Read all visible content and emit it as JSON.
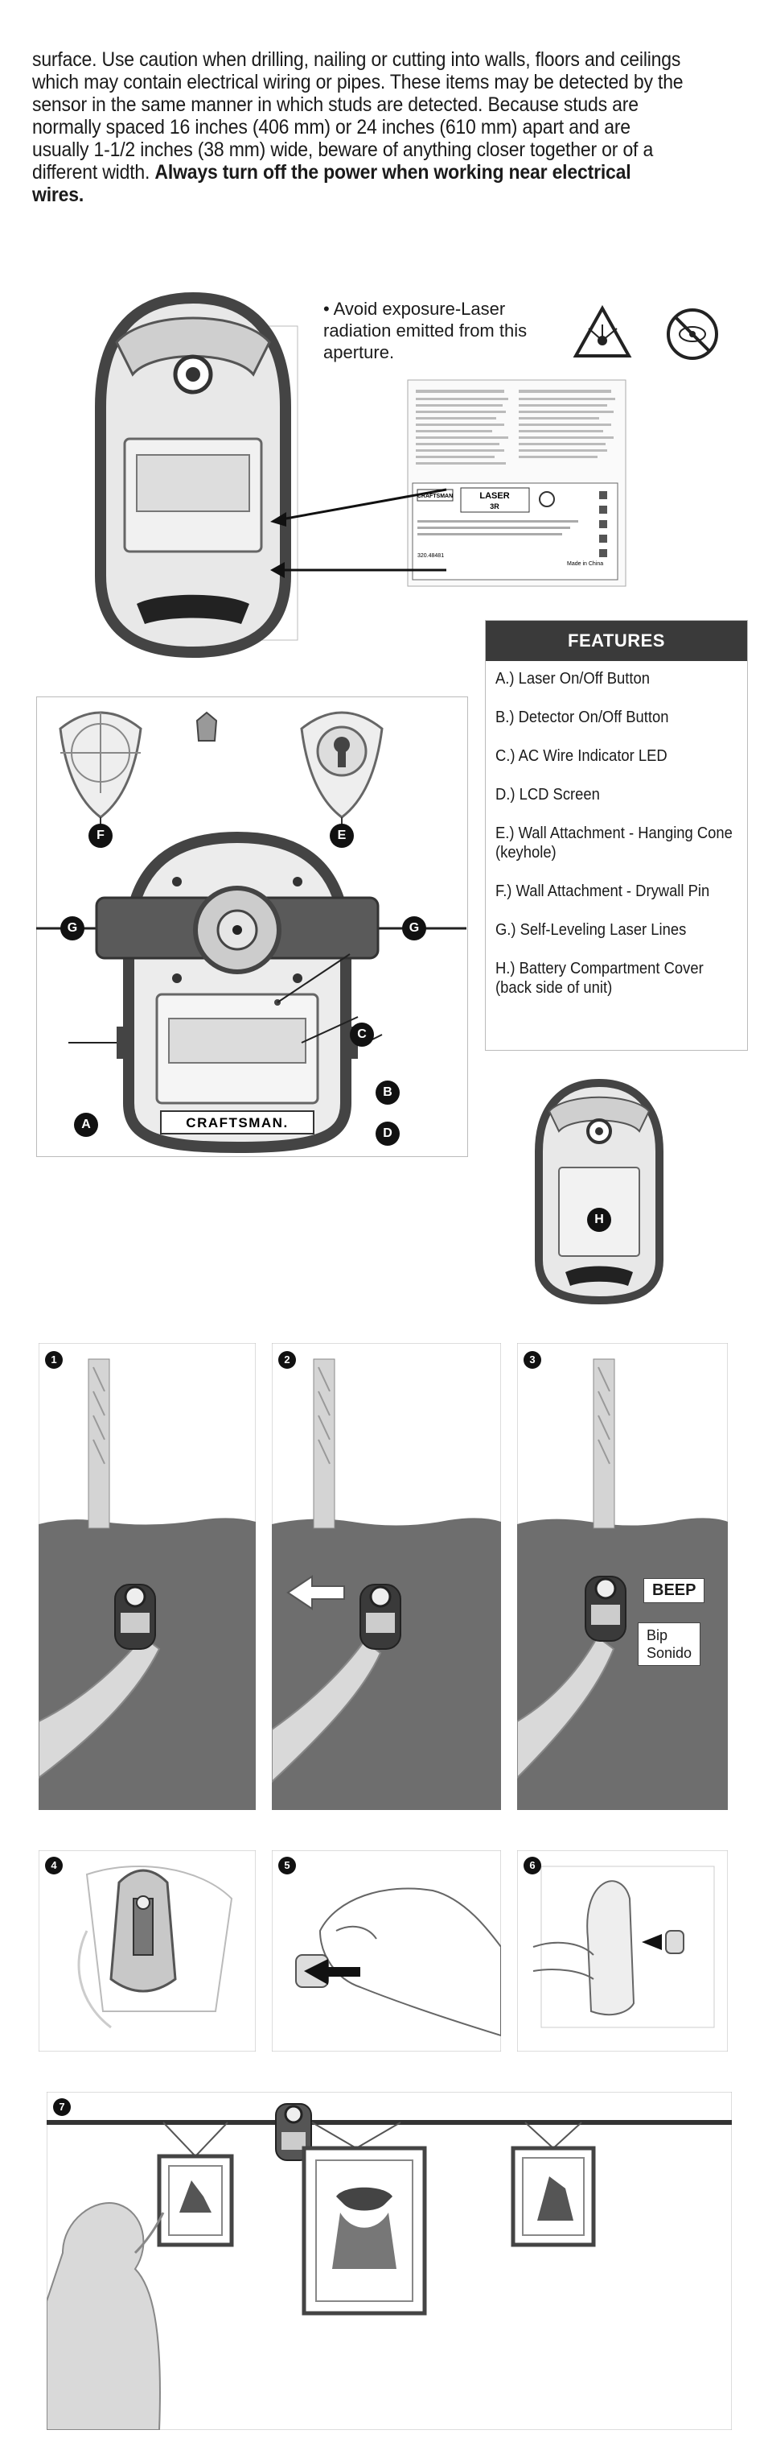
{
  "intro": {
    "text": "surface. Use caution when drilling, nailing or cutting into walls, floors and ceilings which may contain electrical wiring or pipes. These items may be detected by the sensor in the same manner in which studs are detected. Because studs are normally spaced 16 inches (406 mm) or 24 inches (610 mm) apart and are usually 1-1/2 inches (38 mm) wide, beware of anything closer together or of a different width.",
    "warning": "Always turn off the power when working near electrical wires."
  },
  "laser_warning": {
    "text": "Avoid exposure-Laser radiation emitted from this aperture."
  },
  "device_label": {
    "brand": "CRAFTSMAN",
    "laser": "LASER",
    "class": "3R",
    "model": "320.48481",
    "made_in": "Made in China"
  },
  "features": {
    "title": "FEATURES",
    "items": [
      "A.) Laser On/Off Button",
      "B.) Detector On/Off Button",
      "C.) AC Wire Indicator LED",
      "D.) LCD Screen",
      "E.) Wall Attachment - Hanging Cone (keyhole)",
      "F.) Wall Attachment - Drywall Pin",
      "G.) Self-Leveling Laser Lines",
      "H.) Battery Compartment Cover (back side of unit)"
    ]
  },
  "callouts": {
    "a": "A",
    "b": "B",
    "c": "C",
    "d": "D",
    "e": "E",
    "f": "F",
    "g": "G",
    "h": "H"
  },
  "device_brand": "CRAFTSMAN.",
  "steps": [
    "1",
    "2",
    "3",
    "4",
    "5",
    "6",
    "7"
  ],
  "step3": {
    "beep": "BEEP",
    "bip": "Bip",
    "sonido": "Sonido"
  },
  "colors": {
    "wall": "#6e6e6e",
    "stud": "#cfcfcf",
    "device": "#4a4a4a",
    "feature_header": "#3a3a3a"
  }
}
